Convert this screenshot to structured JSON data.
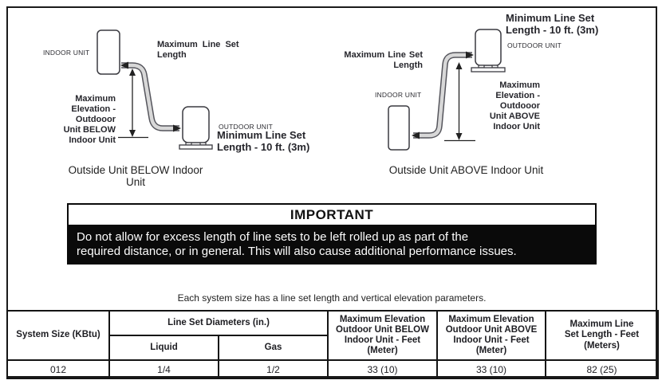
{
  "diagram_left": {
    "indoor_unit_label": "INDOOR UNIT",
    "outdoor_unit_label": "OUTDOOR UNIT",
    "max_line_set_label": "Maximum Line Set\nLength",
    "max_elevation_label": "Maximum\nElevation -\nOutdooor\nUnit BELOW\nIndoor Unit",
    "min_line_set_label": "Minimum Line Set\nLength - 10 ft. (3m)",
    "caption": "Outside Unit BELOW Indoor Unit"
  },
  "diagram_right": {
    "indoor_unit_label": "INDOOR UNIT",
    "outdoor_unit_label": "OUTDOOR UNIT",
    "max_line_set_label": "Maximum Line Set\nLength",
    "max_elevation_label": "Maximum\nElevation -\nOutdooor\nUnit ABOVE\nIndoor Unit",
    "min_line_set_label": "Minimum Line Set\nLength - 10 ft.  (3m)",
    "caption": "Outside Unit ABOVE Indoor Unit"
  },
  "important": {
    "title": "IMPORTANT",
    "body": "Do not allow for excess length of line sets to be left rolled up as part of the\nrequired distance, or in general. This will also cause additional performance issues."
  },
  "table": {
    "note": "Each system size has a line set length and vertical elevation parameters.",
    "headers": {
      "system_size": "System Size (KBtu)",
      "line_set_diameters": "Line Set Diameters (in.)",
      "liquid": "Liquid",
      "gas": "Gas",
      "max_elev_below": "Maximum Elevation\nOutdoor Unit BELOW\nIndoor Unit - Feet\n(Meter)",
      "max_elev_above": "Maximum Elevation\nOutdoor Unit ABOVE\nIndoor Unit - Feet\n(Meter)",
      "max_line_set": "Maximum Line\nSet Length - Feet\n(Meters)"
    },
    "rows": [
      [
        "012",
        "1/4",
        "1/2",
        "33 (10)",
        "33 (10)",
        "82 (25)"
      ]
    ]
  }
}
